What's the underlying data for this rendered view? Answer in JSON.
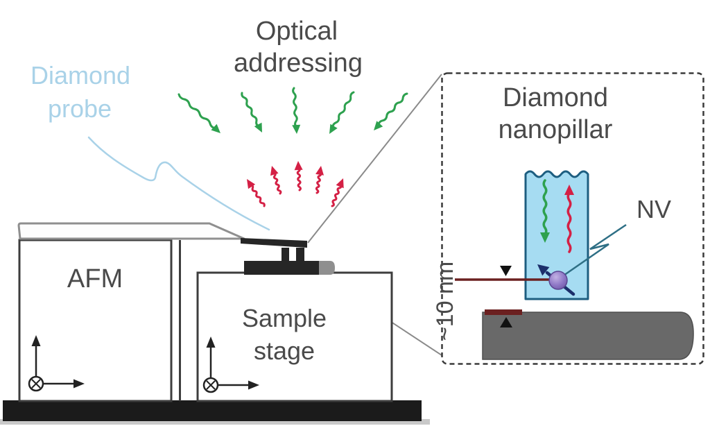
{
  "figure": {
    "labels": {
      "optical_addressing_line1": "Optical",
      "optical_addressing_line2": "addressing",
      "diamond_probe_line1": "Diamond",
      "diamond_probe_line2": "probe",
      "afm": "AFM",
      "sample_stage_line1": "Sample",
      "sample_stage_line2": "stage",
      "inset_title_line1": "Diamond",
      "inset_title_line2": "nanopillar",
      "nv": "NV",
      "distance": "~10 nm"
    },
    "colors": {
      "excitation_green": "#2ea14f",
      "emission_red": "#d42045",
      "probe_label_blue": "#a9d2e8",
      "pillar_fill": "#a6dcf2",
      "pillar_stroke": "#1d5e80",
      "nv_sphere_light": "#c3b2e4",
      "nv_sphere_mid": "#8d76c5",
      "nv_sphere_dark": "#6b539f",
      "spin_arrow_navy": "#1c2f6b",
      "label_gray": "#4a4a4a",
      "structure_dark": "#3d3d3d",
      "slab_gray": "#696969",
      "base_black": "#1b1b1b",
      "measure_maroon": "#6b2020",
      "zoom_line_gray": "#8a8a8a"
    }
  }
}
